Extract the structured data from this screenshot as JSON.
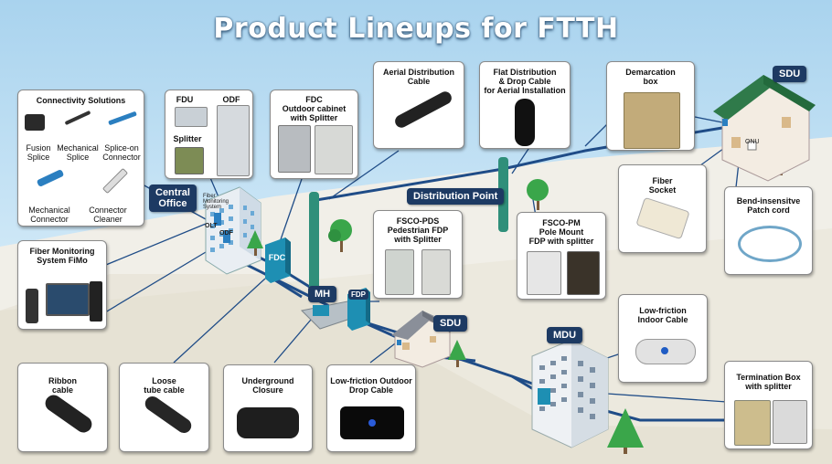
{
  "title": "Product Lineups for FTTH",
  "connectivity": {
    "heading": "Connectivity Solutions",
    "items": [
      "Fusion\nSplice",
      "Mechanical\nSplice",
      "Splice-on\nConnector",
      "Mechanical\nConnector",
      "Connector\nCleaner"
    ]
  },
  "fdu_odf": {
    "fdu": "FDU",
    "odf": "ODF",
    "splitter": "Splitter"
  },
  "fdc_cabinet": "FDC\nOutdoor cabinet\nwith Splitter",
  "aerial_cable": "Aerial Distribution\nCable",
  "flat_cable": "Flat Distribution\n& Drop Cable\nfor Aerial Installation",
  "demarcation": "Demarcation\nbox",
  "sdu_top": "SDU",
  "onu": "ONU",
  "fiber_socket": "Fiber\nSocket",
  "bend_cord": "Bend-insensitve\nPatch cord",
  "central_office": "Central\nOffice",
  "fiber_monitoring_small": "Fiber\nMonitoring\nSystem",
  "olt": "OLT",
  "odf_small": "ODF",
  "distribution_point": "Distribution Point",
  "fiber_monitoring": "Fiber Monitoring\nSystem FiMo",
  "fdc_tag": "FDC",
  "mh_tag": "MH",
  "fdp_tag": "FDP",
  "sdu_mid": "SDU",
  "mdu": "MDU",
  "fsco_pds": "FSCO-PDS\nPedestrian FDP\nwith Splitter",
  "fsco_pm": "FSCO-PM\nPole Mount\nFDP with splitter",
  "lf_indoor": "Low-friction\nIndoor Cable",
  "ribbon": "Ribbon\ncable",
  "loose": "Loose\ntube cable",
  "underground": "Underground\nClosure",
  "lf_outdoor": "Low-friction Outdoor\nDrop Cable",
  "termination": "Termination Box\nwith splitter",
  "colors": {
    "navy": "#1d3a63",
    "teal": "#1e8fb3",
    "sky": "#a9d3ee",
    "line": "#1f4c87"
  }
}
